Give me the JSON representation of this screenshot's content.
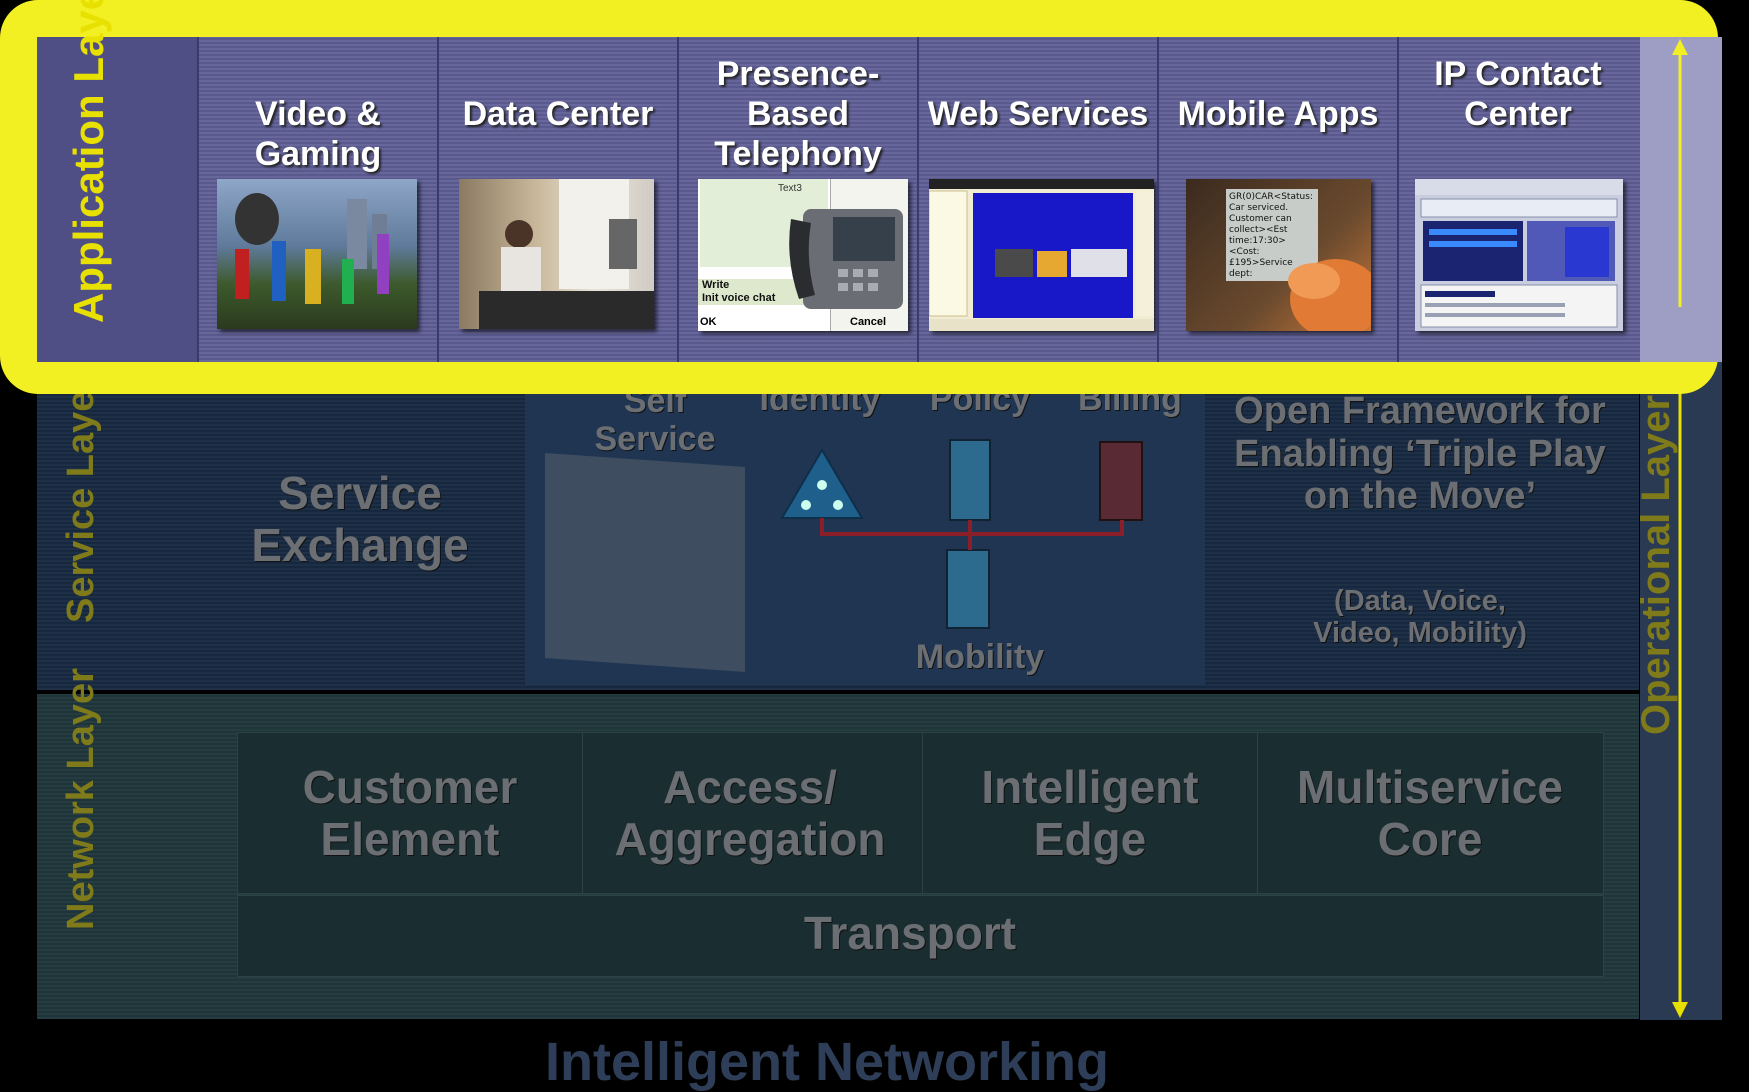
{
  "application_layer": {
    "label": "Application Layer",
    "apps": [
      {
        "title": "Video & Gaming"
      },
      {
        "title": "Data Center"
      },
      {
        "title": "Presence- Based Telephony",
        "phone_screen": {
          "line1": "Write",
          "line2": "Init voice chat",
          "left_softkey": "OK",
          "right_softkey": "Cancel",
          "tab": "Text3"
        }
      },
      {
        "title": "Web Services"
      },
      {
        "title": "Mobile Apps",
        "phone_screen_text": "GR(0)CAR<Status: Car serviced. Customer can collect><Est time:17:30><Cost: £195>Service dept:"
      },
      {
        "title": "IP Contact Center"
      }
    ]
  },
  "service_layer": {
    "label": "Service Layer",
    "service_exchange": "Service Exchange",
    "components": [
      "Self Service",
      "Identity",
      "Policy",
      "Billing",
      "Mobility"
    ],
    "framework_title": "Open Framework for Enabling ‘Triple Play on the Move’",
    "framework_subtitle": "(Data, Voice, Video, Mobility)"
  },
  "network_layer": {
    "label": "Network Layer",
    "blocks": [
      "Customer Element",
      "Access/ Aggregation",
      "Intelligent Edge",
      "Multiservice Core"
    ],
    "transport": "Transport"
  },
  "operational_layer": {
    "label": "Operational Layer"
  },
  "footer": {
    "caption": "Intelligent Networking"
  },
  "colors": {
    "highlight": "#f2ef22",
    "app_panel": "#5e5e96",
    "label_yellow": "#e8e000",
    "ghost_text": "#6b6e72"
  }
}
